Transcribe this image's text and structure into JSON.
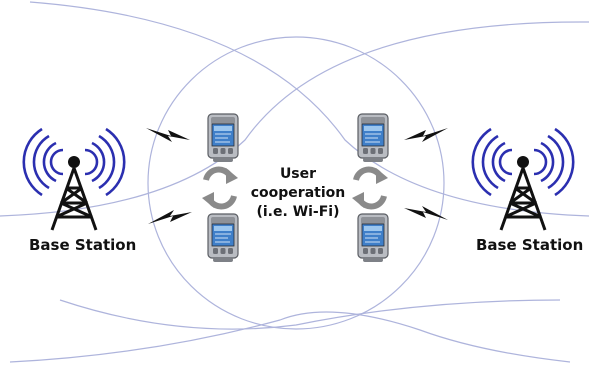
{
  "labels": {
    "base_station_left": "Base Station",
    "base_station_right": "Base Station",
    "cooperation_line1": "User",
    "cooperation_line2": "cooperation",
    "cooperation_line3": "(i.e. Wi-Fi)"
  },
  "colors": {
    "signal_waves": "#2b2fb0",
    "tower": "#111111",
    "coverage_curves": "#aeb4dc",
    "cooperation_arrows": "#8a8a8a",
    "lightning": "#111111",
    "device_body": "#b9bcc2",
    "device_screen": "#3f7fc9"
  },
  "icons": {
    "tower": "antenna-tower-icon",
    "device": "pda-phone-icon",
    "wireless_link": "lightning-bolt-icon",
    "cooperation": "circular-arrows-icon"
  }
}
